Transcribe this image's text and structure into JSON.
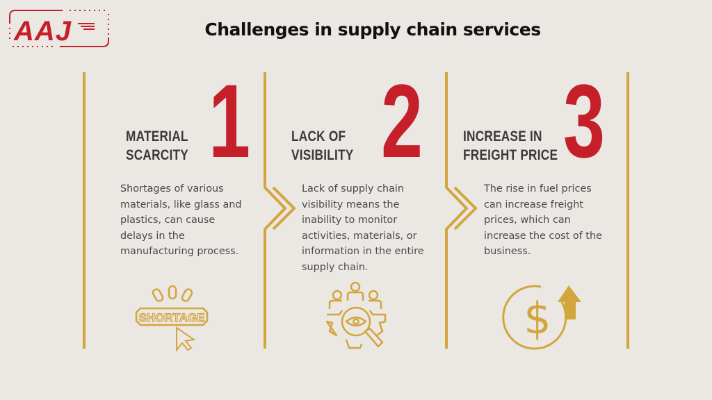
{
  "logo": {
    "text": "AAJ",
    "color": "#c5202a"
  },
  "header": {
    "title": "Challenges in supply chain services"
  },
  "colors": {
    "background": "#ebe7e3",
    "accent_gold": "#d2a63d",
    "number_red": "#c5202a",
    "heading_dark": "#3a3a3a",
    "body_text": "#4a4a4a"
  },
  "challenges": [
    {
      "number": "1",
      "heading_line1": "MATERIAL",
      "heading_line2": "SCARCITY",
      "description": "Shortages of various materials, like glass and plastics, can cause delays in the manufacturing process.",
      "desc_lines": [
        "Shortages of various",
        "materials, like glass and",
        "plastics, can cause",
        "delays in the",
        "manufacturing process."
      ],
      "icon": "shortage-icon",
      "icon_label": "SHORTAGE"
    },
    {
      "number": "2",
      "heading_line1": "LACK OF",
      "heading_line2": "VISIBILITY",
      "description": "Lack of supply chain visibility means the inability to monitor activities, materials, or information in the entire supply chain.",
      "desc_lines": [
        "Lack of supply chain",
        "visibility means the",
        "inability to monitor",
        "activities, materials, or",
        "information in the entire",
        "supply chain."
      ],
      "icon": "visibility-gear-icon"
    },
    {
      "number": "3",
      "heading_line1": "INCREASE IN",
      "heading_line2": "FREIGHT PRICE",
      "description": "The rise in fuel prices can increase freight prices, which can increase the cost of the business.",
      "desc_lines": [
        "The rise in fuel prices",
        "can increase freight",
        "prices, which can",
        "increase the cost of the",
        "business."
      ],
      "icon": "price-increase-icon",
      "icon_symbol": "$"
    }
  ]
}
